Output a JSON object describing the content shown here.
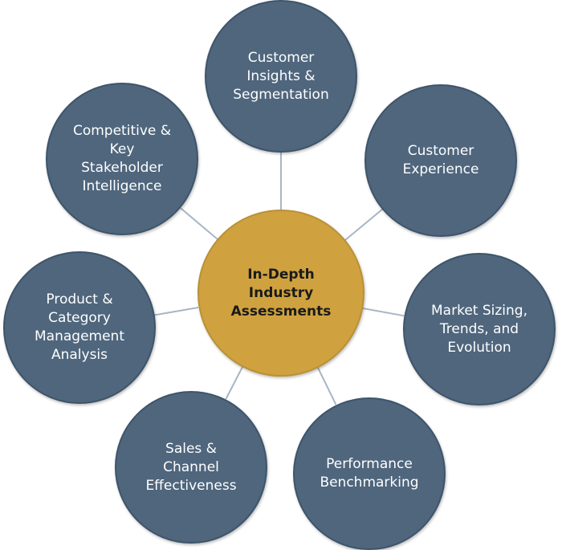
{
  "colors": {
    "hub_fill": "#cfa23f",
    "satellite_fill": "#4f667d",
    "connector": "#a8b6c4",
    "hub_text": "#1a1a1a",
    "satellite_text": "#ffffff"
  },
  "hub": {
    "label": "In-Depth\nIndustry\nAssessments"
  },
  "satellites": [
    {
      "id": "customer-insights",
      "label": "Customer\nInsights &\nSegmentation"
    },
    {
      "id": "customer-experience",
      "label": "Customer\nExperience"
    },
    {
      "id": "market-sizing",
      "label": "Market Sizing,\nTrends, and\nEvolution"
    },
    {
      "id": "performance-benchmarking",
      "label": "Performance\nBenchmarking"
    },
    {
      "id": "sales-channel",
      "label": "Sales &\nChannel\nEffectiveness"
    },
    {
      "id": "product-category",
      "label": "Product &\nCategory\nManagement\nAnalysis"
    },
    {
      "id": "competitive-stakeholder",
      "label": "Competitive &\nKey\nStakeholder\nIntelligence"
    }
  ]
}
